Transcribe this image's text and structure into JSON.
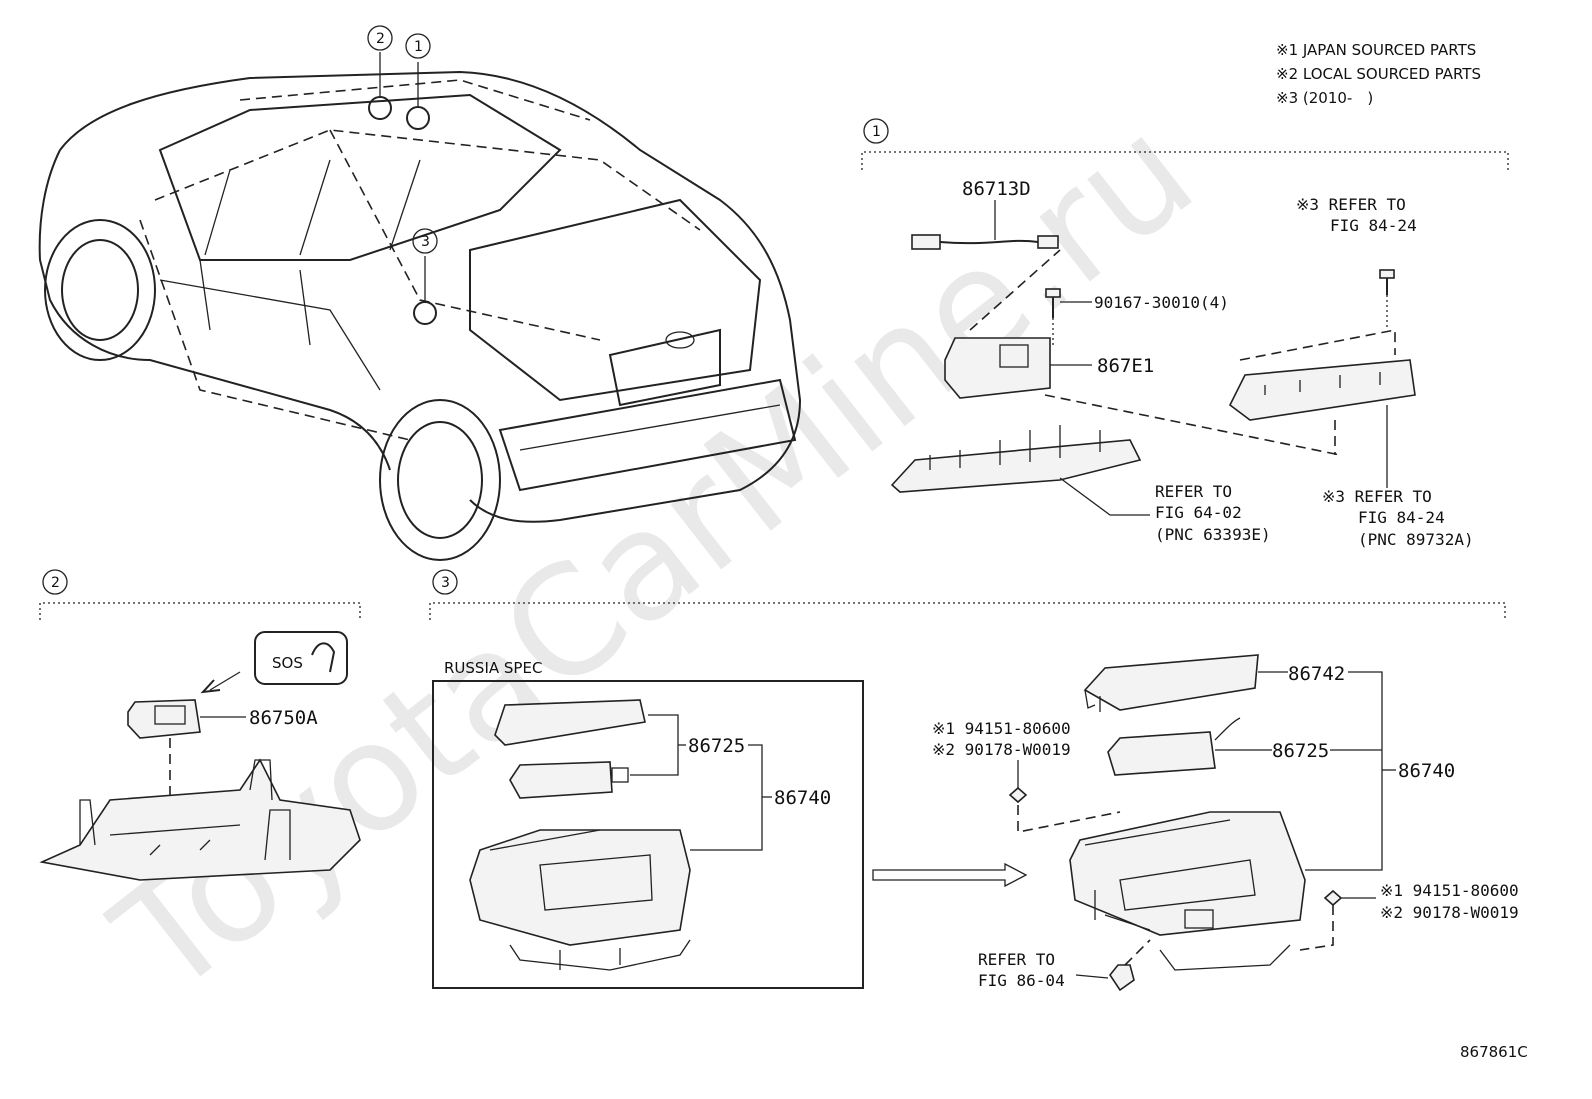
{
  "watermark": "ToyotaCarMine.ru",
  "diagram_id": "867861C",
  "notes": [
    "※1 JAPAN SOURCED PARTS",
    "※2 LOCAL SOURCED PARTS",
    "※3 (2010-　)"
  ],
  "callouts": {
    "c1": "1",
    "c2": "2",
    "c3": "3"
  },
  "section1": {
    "p86713D": "86713D",
    "p90167": "90167-30010(4)",
    "p867E1": "867E1",
    "ref_a": [
      "REFER TO",
      "FIG 64-02",
      "(PNC 63393E)"
    ],
    "ref_b": [
      "※3 REFER TO",
      "FIG 84-24"
    ],
    "ref_c": [
      "※3 REFER TO",
      "FIG 84-24",
      "(PNC 89732A)"
    ]
  },
  "section2": {
    "sos": "SOS",
    "p86750A": "86750A"
  },
  "section3": {
    "russia_spec": "RUSSIA SPEC",
    "left_86725": "86725",
    "left_86740": "86740",
    "p86742": "86742",
    "right_86725": "86725",
    "right_86740": "86740",
    "nut_top": [
      "※1 94151-80600",
      "※2 90178-W0019"
    ],
    "nut_right": [
      "※1 94151-80600",
      "※2 90178-W0019"
    ],
    "ref_d": [
      "REFER TO",
      "FIG 86-04"
    ]
  }
}
